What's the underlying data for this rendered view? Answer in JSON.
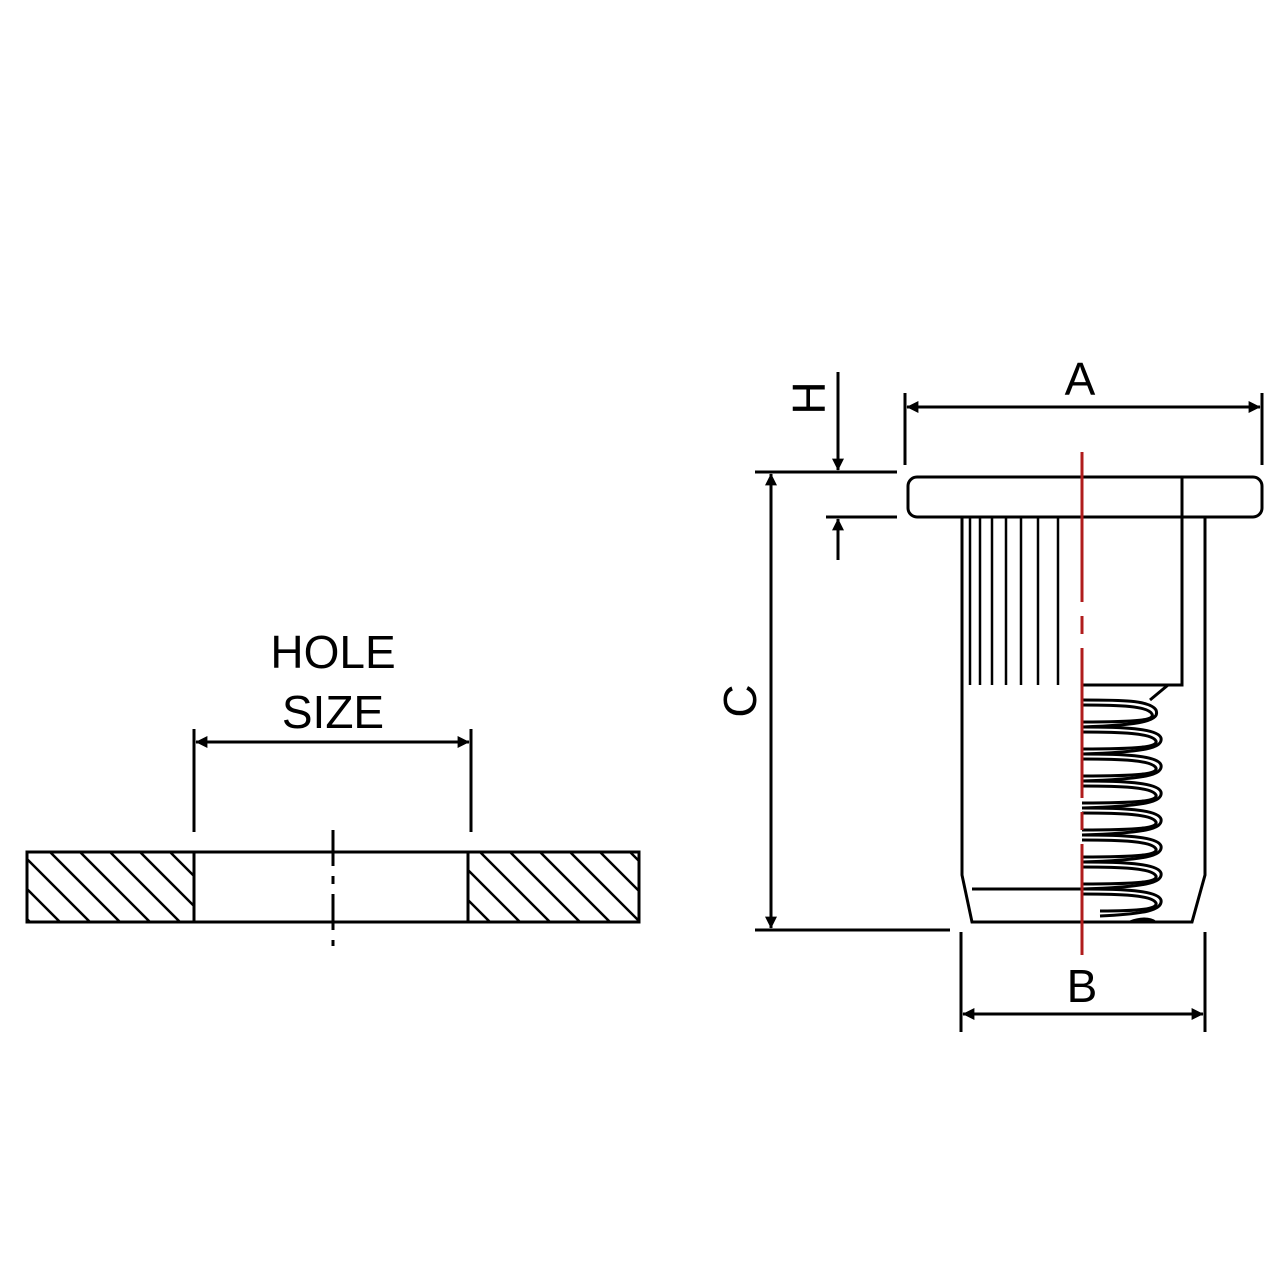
{
  "labels": {
    "hole_size_line1": "HOLE",
    "hole_size_line2": "SIZE",
    "dim_a": "A",
    "dim_b": "B",
    "dim_c": "C",
    "dim_h": "H"
  },
  "colors": {
    "line": "#000000",
    "centerline": "#b01c1c",
    "background": "#ffffff"
  }
}
